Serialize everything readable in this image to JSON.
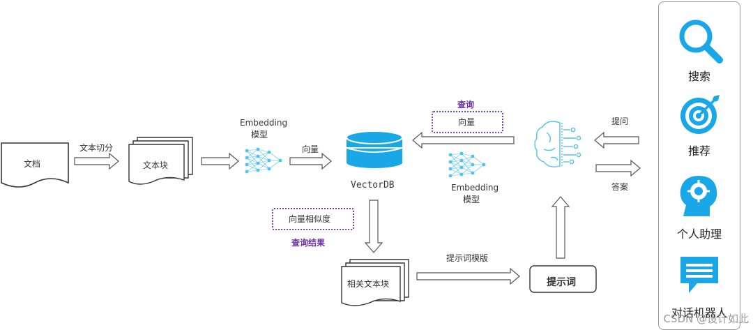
{
  "nodes": {
    "doc": "文档",
    "text_chunks": "文本块",
    "embedding_model_left": [
      "Embedding",
      "模型"
    ],
    "vector_db": "VectorDB",
    "embedding_model_right": [
      "Embedding",
      "模型"
    ],
    "related_chunks": "相关文本块",
    "prompt": "提示词"
  },
  "edges": {
    "split": "文本切分",
    "vector": "向量",
    "query": "查询",
    "query_vector": "向量",
    "similarity": "向量相似度",
    "query_result": "查询结果",
    "template": "提示词模版",
    "ask": "提问",
    "answer": "答案"
  },
  "apps": [
    "搜索",
    "推荐",
    "个人助理",
    "对话机器人"
  ],
  "colors": {
    "accent": "#1aa7e8",
    "neural": "#4fc3f0",
    "purple": "#7a3fa8",
    "arrow_stroke": "#555555"
  },
  "watermark": "CSDN @设计如此"
}
